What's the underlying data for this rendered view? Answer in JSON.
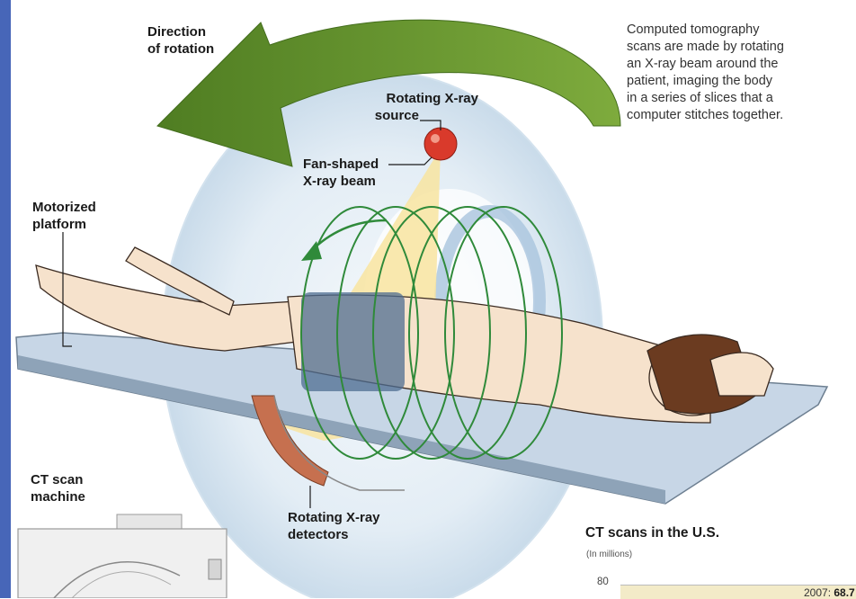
{
  "labels": {
    "rotation_line1": "Direction",
    "rotation_line2": "of rotation",
    "source_line1": "Rotating X-ray",
    "source_line2": "source",
    "beam_line1": "Fan-shaped",
    "beam_line2": "X-ray beam",
    "platform_line1": "Motorized",
    "platform_line2": "platform",
    "detectors_line1": "Rotating X-ray",
    "detectors_line2": "detectors",
    "machine_line1": "CT scan",
    "machine_line2": "machine"
  },
  "description_lines": [
    "Computed tomography",
    "scans are made by rotating",
    "an X-ray beam around the",
    "patient, imaging the body",
    "in a series of slices that a",
    "computer stitches together."
  ],
  "chart": {
    "title": "CT scans in the U.S.",
    "subtitle": "(In millions)",
    "y_tick": "80",
    "point_year": "2007:",
    "point_value": "68.7"
  },
  "colors": {
    "left_bar": "#4766b8",
    "rotation_arrow": "#5f8f2c",
    "gantry": "#dde9f3",
    "beam": "#f8e4a0",
    "source": "#d93a2b",
    "rings": "#2f8a3a",
    "platform": "#c7d6e6",
    "detector": "#c6704f",
    "chart_fill": "#f3ebc8"
  }
}
